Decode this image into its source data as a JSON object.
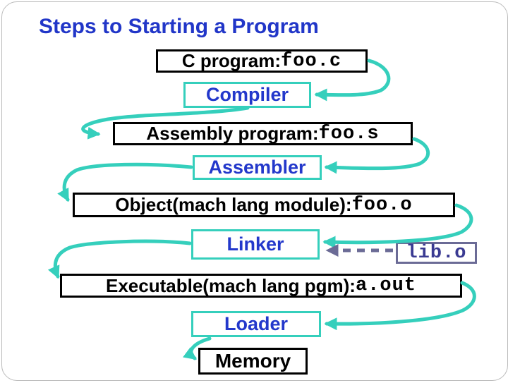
{
  "title": "Steps to Starting a Program",
  "colors": {
    "accent_teal": "#35cfbc",
    "title_blue": "#2136c8",
    "label_blue": "#2338cb",
    "lib_border_slate": "#6b6b96",
    "lib_text_navy": "#3a3a92",
    "artifact_border": "#000000",
    "background": "#ffffff"
  },
  "nodes": [
    {
      "id": "c-program",
      "type": "artifact",
      "label": "C program: ",
      "file": "foo.c"
    },
    {
      "id": "compiler",
      "type": "tool",
      "label": "Compiler"
    },
    {
      "id": "assembly-program",
      "type": "artifact",
      "label": "Assembly program: ",
      "file": "foo.s"
    },
    {
      "id": "assembler",
      "type": "tool",
      "label": "Assembler"
    },
    {
      "id": "object",
      "type": "artifact",
      "label": "Object(mach lang module): ",
      "file": "foo.o"
    },
    {
      "id": "linker",
      "type": "tool",
      "label": "Linker"
    },
    {
      "id": "lib-o",
      "type": "library",
      "file": "lib.o"
    },
    {
      "id": "executable",
      "type": "artifact",
      "label": "Executable(mach lang pgm): ",
      "file": "a.out"
    },
    {
      "id": "loader",
      "type": "tool",
      "label": "Loader"
    },
    {
      "id": "memory",
      "type": "artifact",
      "label": "Memory"
    }
  ],
  "edges": [
    {
      "from": "c-program",
      "to": "compiler",
      "style": "solid"
    },
    {
      "from": "compiler",
      "to": "assembly-program",
      "style": "solid"
    },
    {
      "from": "assembly-program",
      "to": "assembler",
      "style": "solid"
    },
    {
      "from": "assembler",
      "to": "object",
      "style": "solid"
    },
    {
      "from": "object",
      "to": "linker",
      "style": "solid"
    },
    {
      "from": "lib-o",
      "to": "linker",
      "style": "dashed"
    },
    {
      "from": "linker",
      "to": "executable",
      "style": "solid"
    },
    {
      "from": "executable",
      "to": "loader",
      "style": "solid"
    },
    {
      "from": "loader",
      "to": "memory",
      "style": "solid"
    }
  ]
}
